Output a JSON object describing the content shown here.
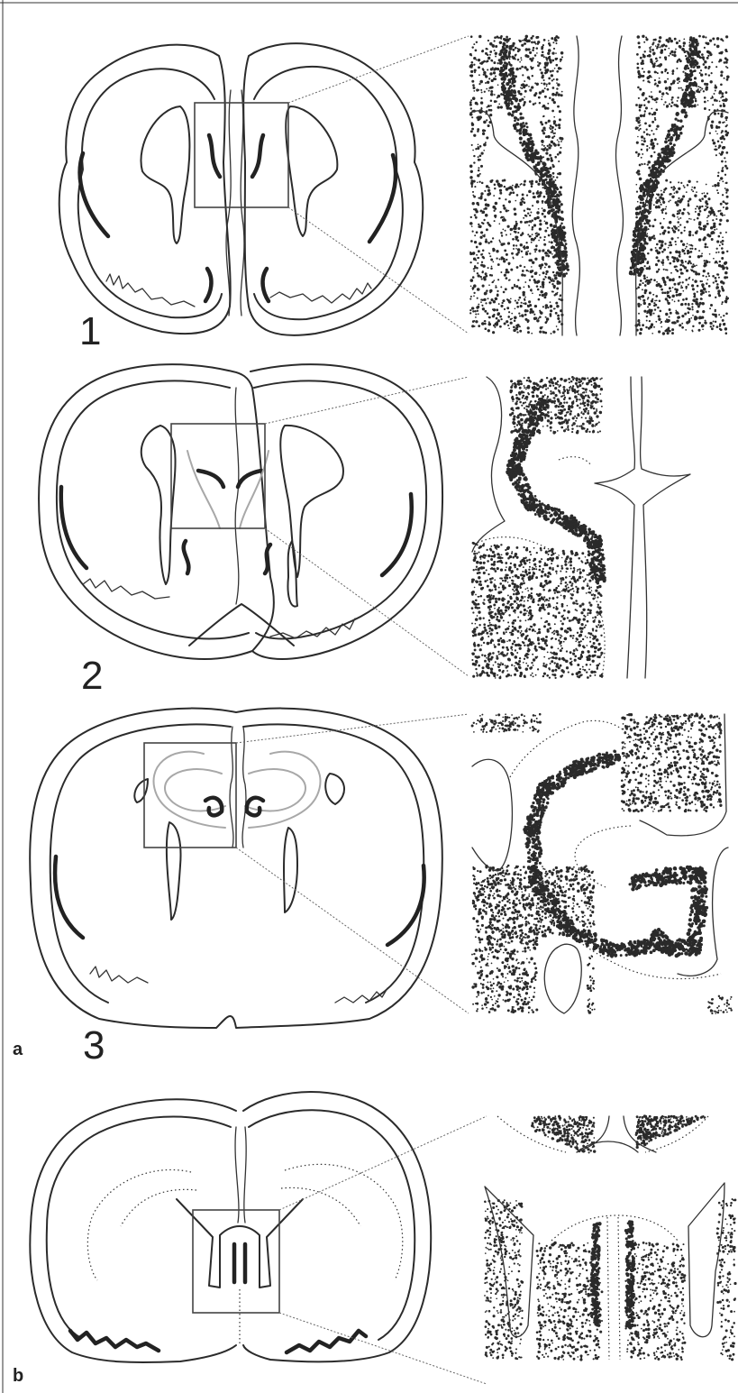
{
  "panel_a": {
    "label": "a",
    "sections": [
      {
        "number": "1"
      },
      {
        "number": "2"
      },
      {
        "number": "3"
      }
    ]
  },
  "panel_b": {
    "label": "b"
  },
  "colors": {
    "line": "#2b2b2b",
    "cell_dots": "#2a2a2a",
    "grey_line": "#a8a8a8"
  }
}
